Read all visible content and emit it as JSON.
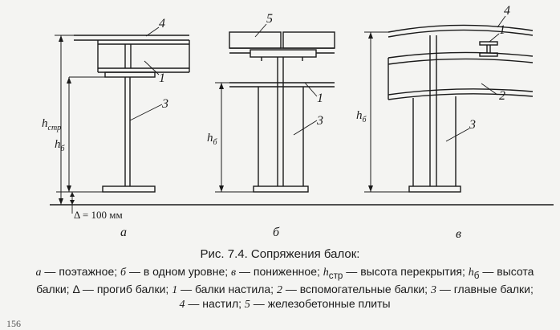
{
  "figure": {
    "labels": {
      "h_str_main": "h",
      "h_str_sub": "стр",
      "h_b_main": "h",
      "h_b_sub": "б",
      "delta": "Δ = 100 мм",
      "n1": "1",
      "n2": "2",
      "n3": "3",
      "n4": "4",
      "n5": "5"
    },
    "panels": [
      "а",
      "б",
      "в"
    ]
  },
  "caption": "Рис. 7.4. Сопряжения балок:",
  "legend": {
    "a_key": "а",
    "a_text": " — поэтажное; ",
    "b_key": "б",
    "b_text": " — в одном уровне; ",
    "v_key": "в",
    "v_text": " — пониженное; ",
    "hstr_text": " — высота перекрытия; ",
    "hb_text": " — высота балки; Δ — прогиб балки; ",
    "k1": "1",
    "t1": " — балки настила; ",
    "k2": "2",
    "t2": " — вспомогательные балки; ",
    "k3": "3",
    "t3": " — главные балки;",
    "k4": "4",
    "t4": " — настил; ",
    "k5": "5",
    "t5": " — железобетонные плиты"
  },
  "page_number": "156"
}
